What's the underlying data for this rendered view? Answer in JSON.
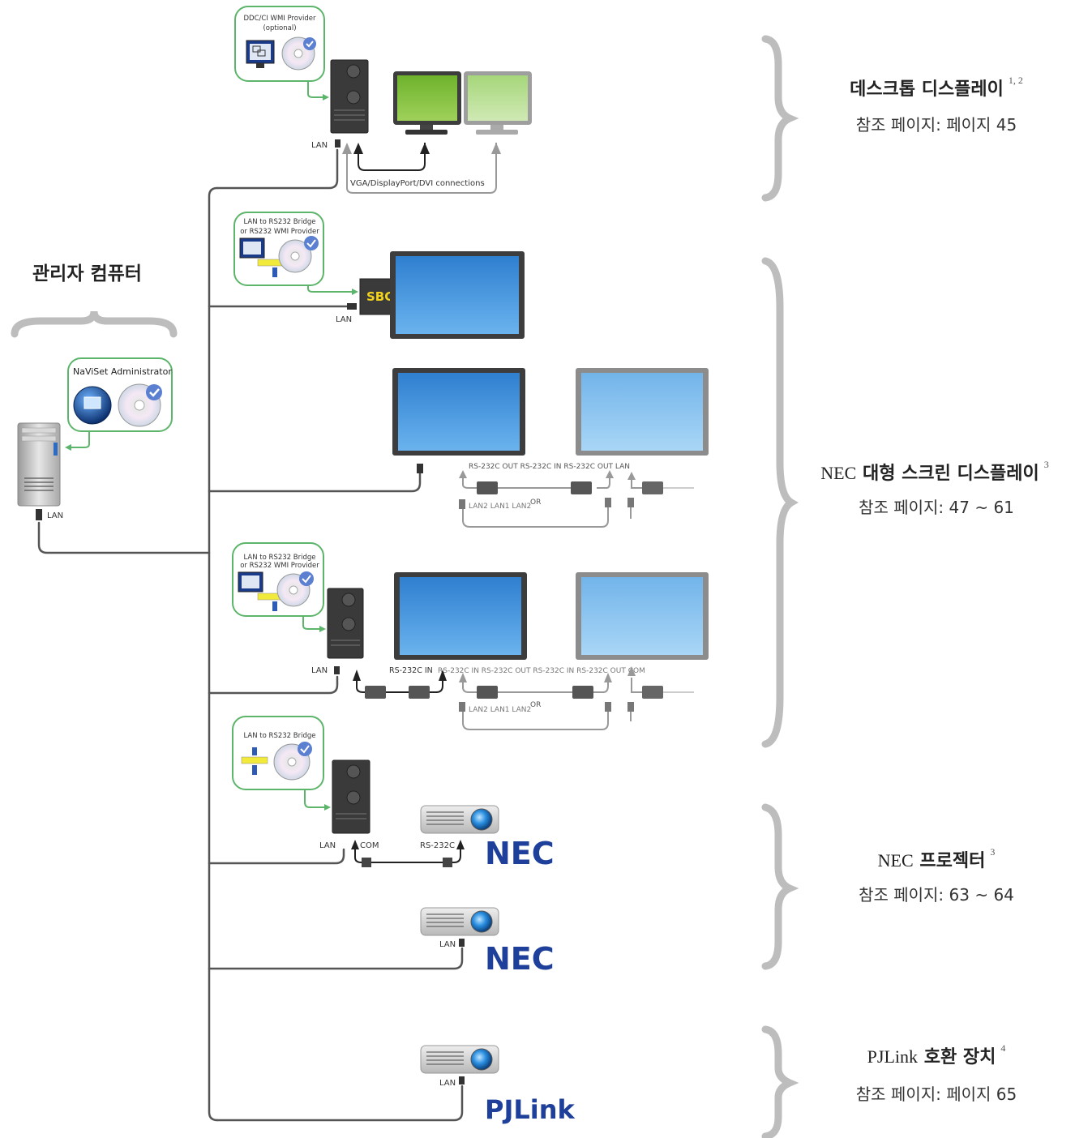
{
  "admin": {
    "title": "관리자 컴퓨터",
    "software_label": "NaViSet Administrator",
    "lan_label": "LAN"
  },
  "sections": {
    "desktop": {
      "title": "데스크톱 디스플레이",
      "note": "1, 2",
      "ref": "참조 페이지: 페이지 45"
    },
    "large_screen": {
      "title_prefix": "NEC",
      "title": "대형 스크린 디스플레이",
      "note": "3",
      "ref": "참조 페이지: 47 ~ 61"
    },
    "projector": {
      "title_prefix": "NEC",
      "title": "프로젝터",
      "note": "3",
      "ref": "참조 페이지: 63 ~ 64"
    },
    "pjlink": {
      "title_prefix": "PJLink",
      "title": "호환 장치",
      "note": "4",
      "ref": "참조 페이지: 페이지 65"
    }
  },
  "labels": {
    "ddc_provider": [
      "DDC/CI WMI Provider",
      "(optional)"
    ],
    "vga_connections": "VGA/DisplayPort/DVI connections",
    "bridge_or_provider": [
      "LAN to RS232 Bridge",
      "or RS232 WMI Provider"
    ],
    "bridge": "LAN to RS232 Bridge",
    "sbc": "SBC",
    "lan": "LAN",
    "com": "COM",
    "rs232c": "RS-232C",
    "or": "OR",
    "row1_ports": "RS-232C OUT RS-232C IN RS-232C OUT LAN",
    "row2_ports": "RS-232C IN RS-232C OUT RS-232C IN RS-232C OUT COM",
    "lan_chain": "LAN2 LAN1 LAN2",
    "rs_in": "RS-232C IN",
    "nec_logo": "NEC",
    "pjlink_logo": "PJLink"
  },
  "colors": {
    "line": "#555555",
    "green_callout": "#5db56b",
    "monitor_green": "#8bc53f",
    "monitor_light_green": "#b7dd8c",
    "screen_blue": "#3f8fd6",
    "nec_blue": "#1e3f9a",
    "bracket_gray": "#c0c0c0"
  }
}
